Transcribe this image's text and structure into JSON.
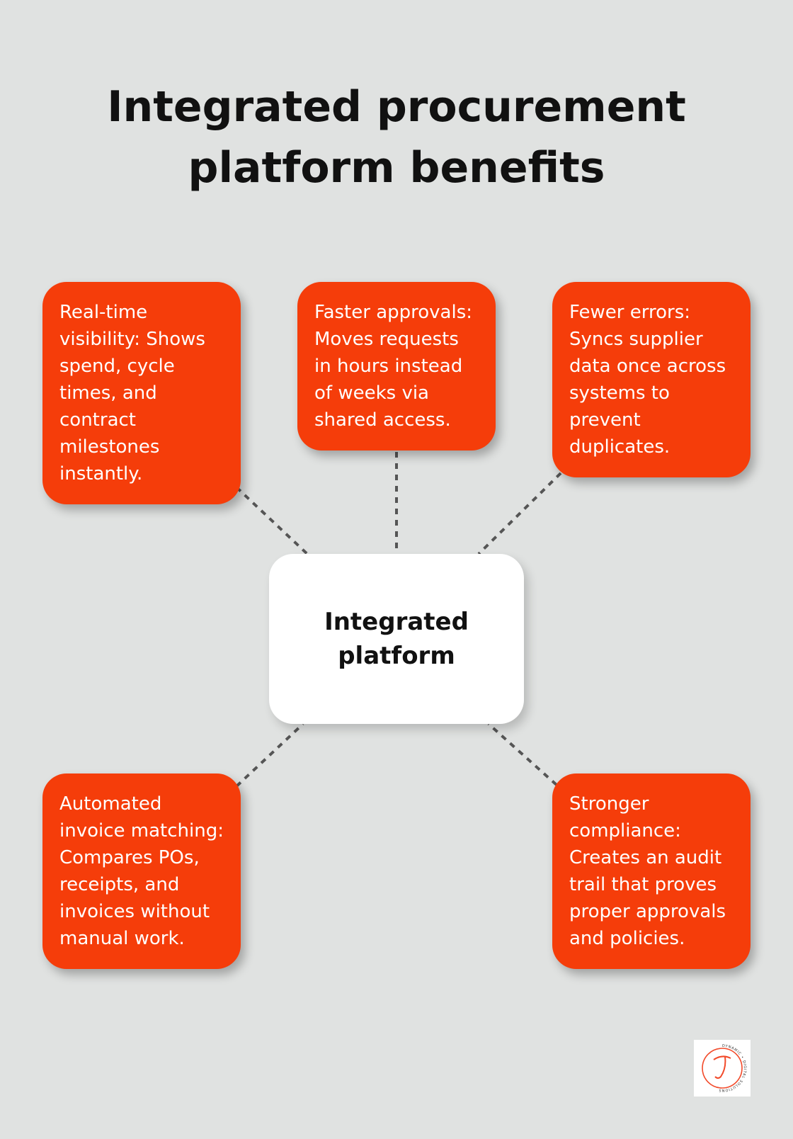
{
  "title": "Integrated procurement platform benefits",
  "center": {
    "label": "Integrated platform"
  },
  "benefits": [
    {
      "text": "Real-time visibility: Shows spend, cycle times, and contract milestones instantly."
    },
    {
      "text": "Faster approvals: Moves requests in hours instead of weeks via shared access."
    },
    {
      "text": "Fewer errors: Syncs supplier data once across systems to prevent duplicates."
    },
    {
      "text": "Automated invoice matching: Compares POs, receipts, and invoices without manual work."
    },
    {
      "text": "Stronger compliance: Creates an audit trail that proves proper approvals and policies."
    }
  ],
  "colors": {
    "background": "#e0e2e1",
    "card": "#f53d0a",
    "card_text": "#ffffff",
    "center_card": "#ffffff",
    "text": "#111111",
    "connector": "#555555"
  },
  "logo": {
    "icon": "dynamic-digital-solutions-logo",
    "text": "DYNAMIC • DIGITAL SOLUTIONS"
  }
}
